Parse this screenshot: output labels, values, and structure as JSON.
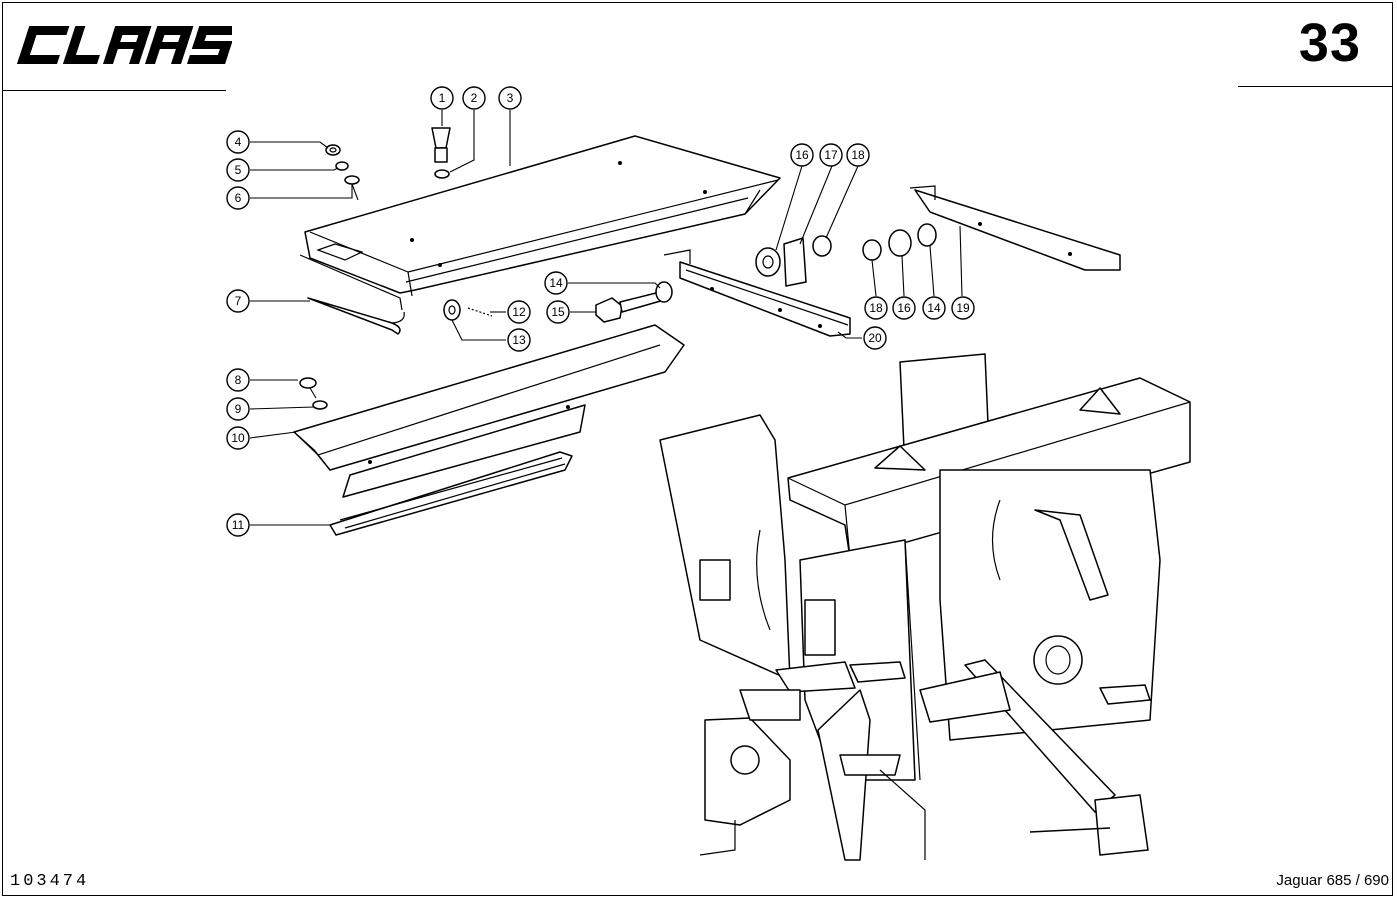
{
  "brand": "CLAAS",
  "page_number": "33",
  "drawing_number": "103474",
  "model": "Jaguar 685 / 690",
  "callouts": [
    "1",
    "2",
    "3",
    "4",
    "5",
    "6",
    "7",
    "8",
    "9",
    "10",
    "11",
    "12",
    "13",
    "14",
    "15",
    "16",
    "17",
    "18",
    "18",
    "16",
    "14",
    "19",
    "20"
  ]
}
